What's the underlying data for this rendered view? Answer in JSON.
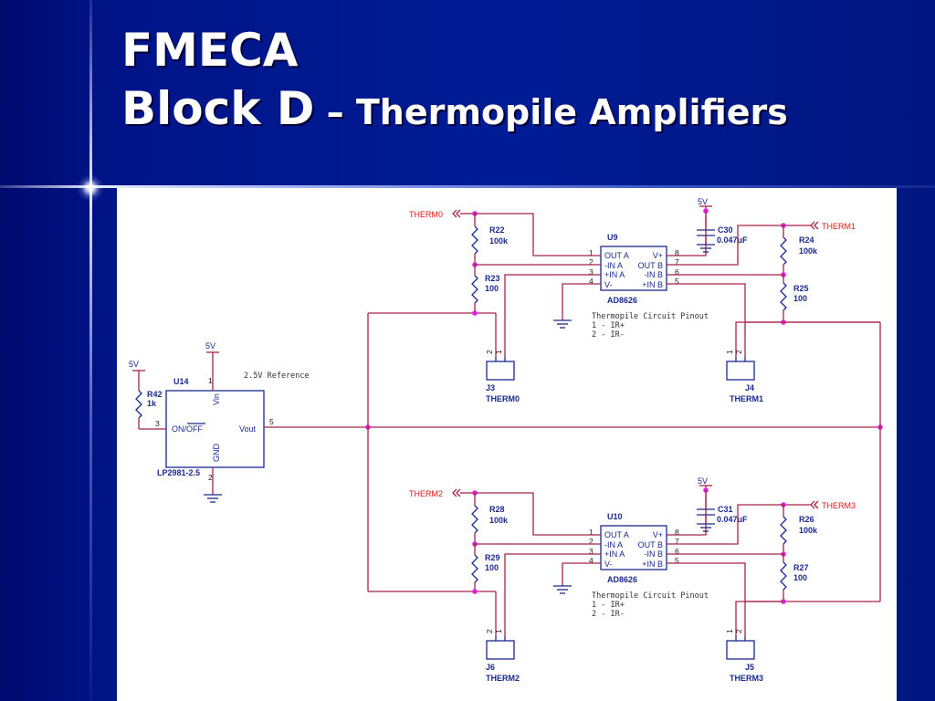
{
  "slide": {
    "title_line1": "FMECA",
    "title_line2_main": "Block D",
    "title_line2_sub": " – Thermopile Amplifiers"
  },
  "colors": {
    "background": "#001c95",
    "wire": "#a8234a",
    "component": "#1a2a8c",
    "net_label": "#e01818",
    "junction": "#e020e0"
  },
  "schematic": {
    "supply_label": "5V",
    "regulator": {
      "ref": "U14",
      "part": "LP2981-2.5",
      "note": "2.5V Reference",
      "pin_vin": "Vin",
      "pin_gnd": "GND",
      "pin_on_off": "ON/OFF",
      "pin_vout": "Vout",
      "pin_num_vin": "1",
      "pin_num_gnd": "2",
      "pin_num_on": "3",
      "pin_num_vout": "5",
      "resistor": {
        "ref": "R42",
        "value": "1k"
      }
    },
    "amplifier_blocks": [
      {
        "ref": "U9",
        "part": "AD8626",
        "pins_left": [
          "OUT A",
          "-IN A",
          "+IN A",
          "V-"
        ],
        "pins_right": [
          "V+",
          "OUT B",
          "-IN B",
          "+IN B"
        ],
        "pin_nums_left": [
          "1",
          "2",
          "3",
          "4"
        ],
        "pin_nums_right": [
          "8",
          "7",
          "6",
          "5"
        ],
        "cap": {
          "ref": "C30",
          "value": "0.047uF"
        },
        "left": {
          "net": "THERM0",
          "r_top": {
            "ref": "R22",
            "value": "100k"
          },
          "r_bottom": {
            "ref": "R23",
            "value": "100"
          },
          "connector": {
            "ref": "J3",
            "name": "THERM0"
          }
        },
        "right": {
          "net": "THERM1",
          "r_top": {
            "ref": "R24",
            "value": "100k"
          },
          "r_bottom": {
            "ref": "R25",
            "value": "100"
          },
          "connector": {
            "ref": "J4",
            "name": "THERM1"
          }
        },
        "pinout": [
          "Thermopile Circuit Pinout",
          "1 - IR+",
          "2 - IR-"
        ]
      },
      {
        "ref": "U10",
        "part": "AD8626",
        "pins_left": [
          "OUT A",
          "-IN A",
          "+IN A",
          "V-"
        ],
        "pins_right": [
          "V+",
          "OUT B",
          "-IN B",
          "+IN B"
        ],
        "pin_nums_left": [
          "1",
          "2",
          "3",
          "4"
        ],
        "pin_nums_right": [
          "8",
          "7",
          "6",
          "5"
        ],
        "cap": {
          "ref": "C31",
          "value": "0.047uF"
        },
        "left": {
          "net": "THERM2",
          "r_top": {
            "ref": "R28",
            "value": "100k"
          },
          "r_bottom": {
            "ref": "R29",
            "value": "100"
          },
          "connector": {
            "ref": "J6",
            "name": "THERM2"
          }
        },
        "right": {
          "net": "THERM3",
          "r_top": {
            "ref": "R26",
            "value": "100k"
          },
          "r_bottom": {
            "ref": "R27",
            "value": "100"
          },
          "connector": {
            "ref": "J5",
            "name": "THERM3"
          }
        },
        "pinout": [
          "Thermopile Circuit Pinout",
          "1 - IR+",
          "2 - IR-"
        ]
      }
    ],
    "connector_pins": [
      "2",
      "1"
    ]
  }
}
